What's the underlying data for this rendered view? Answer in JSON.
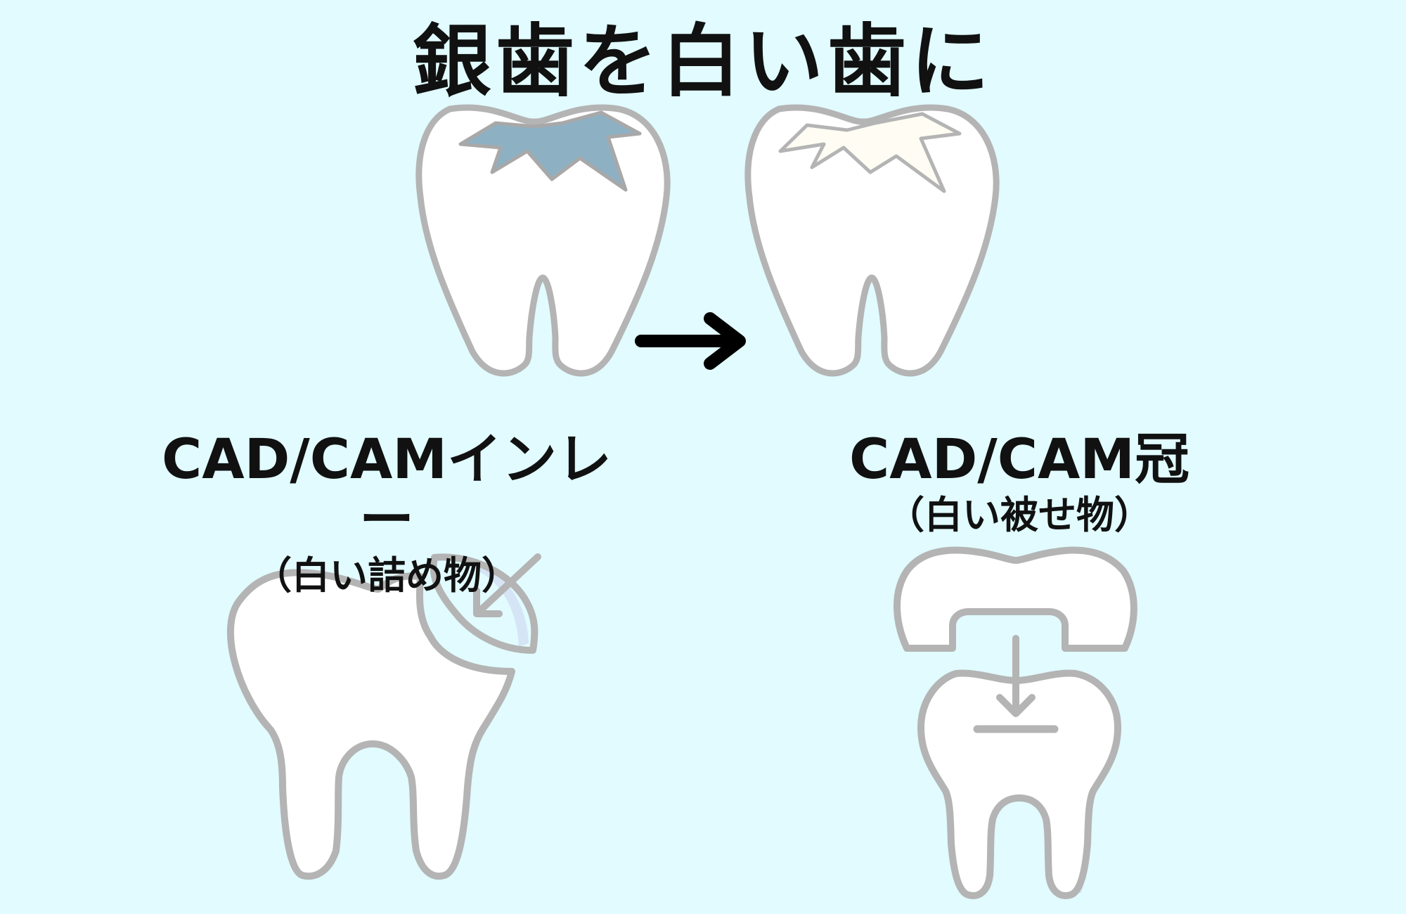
{
  "title": "銀歯を白い歯に",
  "inlay": {
    "name": "CAD/CAMインレー",
    "description": "（白い詰め物）"
  },
  "crown": {
    "name": "CAD/CAM冠",
    "description": "（白い被せ物）"
  },
  "colors": {
    "background": "#e1fbff",
    "tooth_fill": "#ffffff",
    "tooth_outline": "#b4b4b4",
    "silver_filling": "#8eb0c3",
    "white_filling": "#fffdf3",
    "highlight": "#d5e5f6",
    "text": "#111111"
  },
  "icons": [
    "tooth-with-silver-filling-icon",
    "arrow-right-icon",
    "tooth-with-white-filling-icon",
    "tooth-inlay-icon",
    "tooth-crown-icon"
  ]
}
